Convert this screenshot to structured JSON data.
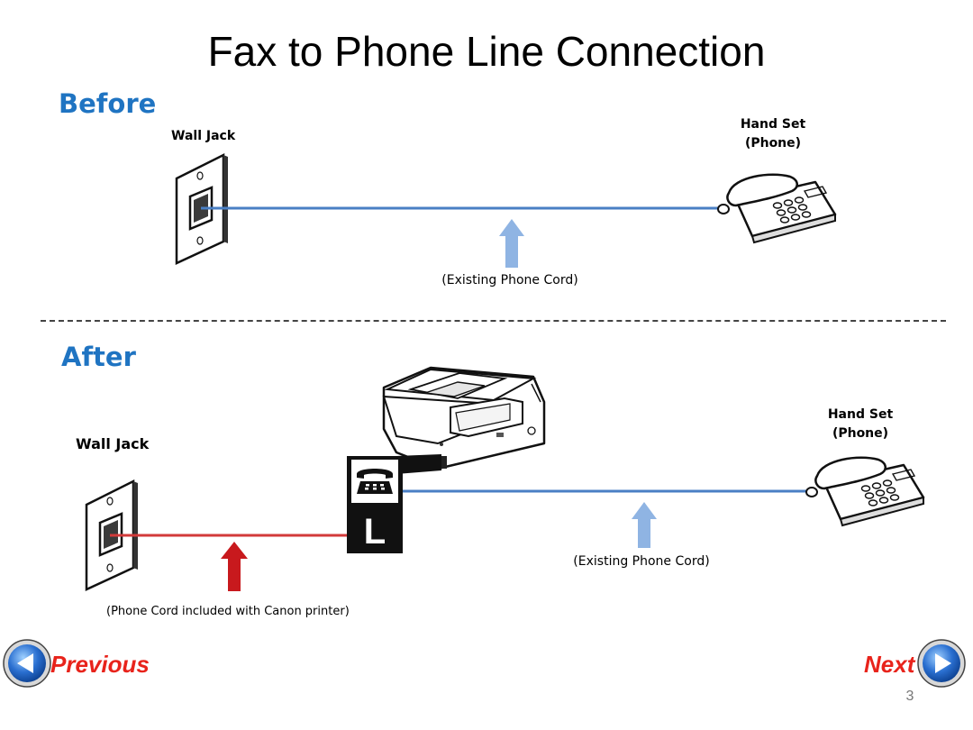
{
  "page": {
    "title": "Fax to Phone Line Connection",
    "page_number": "3"
  },
  "before": {
    "heading": "Before",
    "wall_jack_label": "Wall Jack",
    "handset_label_line1": "Hand Set",
    "handset_label_line2": "(Phone)",
    "cord_label": "(Existing Phone Cord)"
  },
  "after": {
    "heading": "After",
    "wall_jack_label": "Wall Jack",
    "handset_label_line1": "Hand Set",
    "handset_label_line2": "(Phone)",
    "cord_label": "(Existing Phone Cord)",
    "canon_cord_label": "(Phone Cord included with Canon printer)",
    "port_line_letter": "L"
  },
  "nav": {
    "previous_label": "Previous",
    "next_label": "Next"
  },
  "colors": {
    "heading": "#1f74c2",
    "blue_cord": "#4a7fc4",
    "red_cord": "#d23a3a",
    "blue_arrow": "#8fb4e3",
    "red_arrow": "#c8191d",
    "nav_text": "#e8231b",
    "nav_button": "#2a6fd0"
  }
}
